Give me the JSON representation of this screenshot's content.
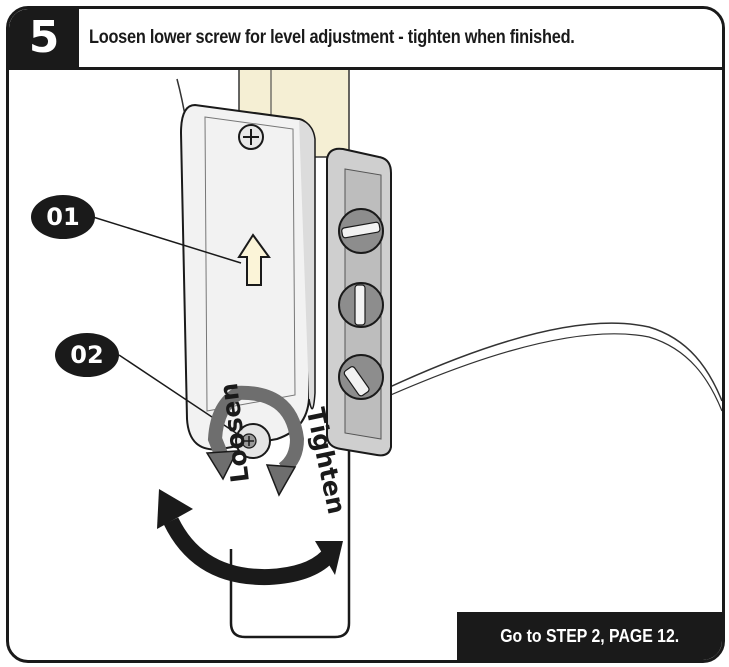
{
  "step": {
    "number": "5",
    "instruction": "Loosen lower screw for level adjustment - tighten when finished."
  },
  "callouts": [
    {
      "id": "01",
      "label": "01"
    },
    {
      "id": "02",
      "label": "02"
    }
  ],
  "rotation_labels": {
    "loosen": "Loosen",
    "tighten": "Tighten"
  },
  "footer": {
    "text": "Go to STEP 2, PAGE 12."
  },
  "colors": {
    "ink": "#1a1a1a",
    "plate": "#f2f2f2",
    "bracket": "#cfcfcf",
    "wall": "#f5efd4",
    "arrow_fill": "#fbf4d8",
    "rotate_arrow": "#6e6e6e"
  },
  "icons": {
    "up_arrow": "up-arrow-icon",
    "screw": "phillips-screw-icon",
    "rotate_left": "rotate-counterclockwise-icon",
    "rotate_right": "rotate-clockwise-icon",
    "double_arrow": "curved-double-arrow-icon"
  }
}
